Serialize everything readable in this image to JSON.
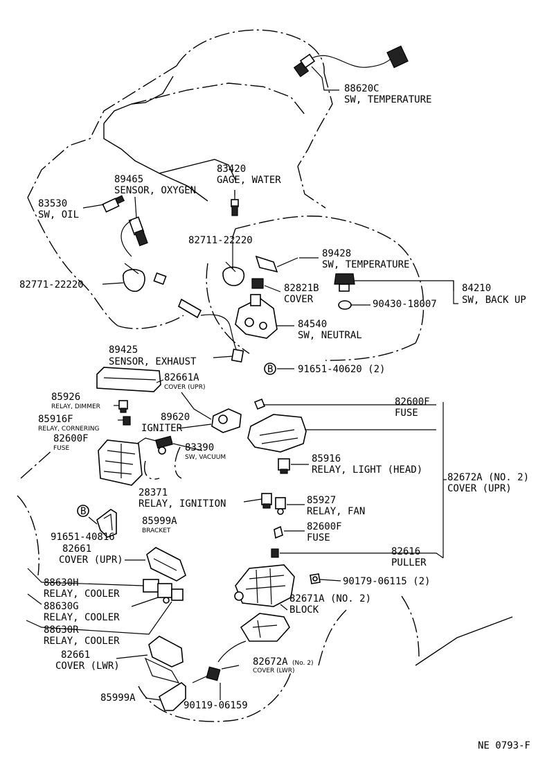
{
  "labels": {
    "p88620c_num": "88620C",
    "p88620c_name": "SW, TEMPERATURE",
    "p83420_num": "83420",
    "p83420_name": "GAGE, WATER",
    "p89465_num": "89465",
    "p89465_name": "SENSOR, OXYGEN",
    "p83530_num": "83530",
    "p83530_name": "SW, OIL",
    "p82711_num": "82711-22220",
    "p89428_num": "89428",
    "p89428_name": "SW, TEMPERATURE",
    "p82771_num": "82771-22220",
    "p82821b_num": "82821B",
    "p82821b_name": "COVER",
    "p84210_num": "84210",
    "p84210_name": "SW, BACK  UP",
    "p90430_num": "90430-18007",
    "p84540_num": "84540",
    "p84540_name": "SW, NEUTRAL",
    "p89425_num": "89425",
    "p89425_name": "SENSOR, EXHAUST",
    "b_mark": "B",
    "p91651a_num": "91651-40620 (2)",
    "p82661a_num": "82661A",
    "p82661a_name": "COVER (UPR)",
    "p85926_num": "85926",
    "p85926_name": "RELAY, DIMMER",
    "p85916f_num": "85916F",
    "p85916f_name": "RELAY, CORNERING",
    "p82600f_a_num": "82600F",
    "p82600f_a_name": "FUSE",
    "p89620_num": "89620",
    "p89620_name": "IGNITER",
    "p83390_num": "83390",
    "p83390_name": "SW, VACUUM",
    "p82600f_b_num": "82600F",
    "p82600f_b_name": "FUSE",
    "p85916_num": "85916",
    "p85916_name": "RELAY, LIGHT (HEAD)",
    "p82672a_upr_num": "82672A (NO. 2)",
    "p82672a_upr_name": "COVER (UPR)",
    "p28371_num": "28371",
    "p28371_name": "RELAY, IGNITION",
    "p85927_num": "85927",
    "p85927_name": "RELAY, FAN",
    "p85999a_a_num": "85999A",
    "p85999a_a_name": "BRACKET",
    "p91651b_num": "91651-40816",
    "p82600f_c_num": "82600F",
    "p82600f_c_name": "FUSE",
    "p82661_upr_num": "82661",
    "p82661_upr_name": "COVER (UPR)",
    "p82616_num": "82616",
    "p82616_name": "PULLER",
    "p88630h_num": "88630H",
    "p88630h_name": "RELAY, COOLER",
    "p90179_num": "90179-06115 (2)",
    "p82671a_num": "82671A (NO. 2)",
    "p82671a_name": "BLOCK",
    "p88630g_num": "88630G",
    "p88630g_name": "RELAY, COOLER",
    "p88630r_num": "88630R",
    "p88630r_name": "RELAY, COOLER",
    "p82661_lwr_num": "82661",
    "p82661_lwr_name": "COVER (LWR)",
    "p82672a_lwr_num": "82672A",
    "p82672a_lwr_no": "(No. 2)",
    "p82672a_lwr_name": "COVER (LWR)",
    "p85999a_b_num": "85999A",
    "p90119_num": "90119-06159",
    "figure_code": "NE 0793-F"
  }
}
